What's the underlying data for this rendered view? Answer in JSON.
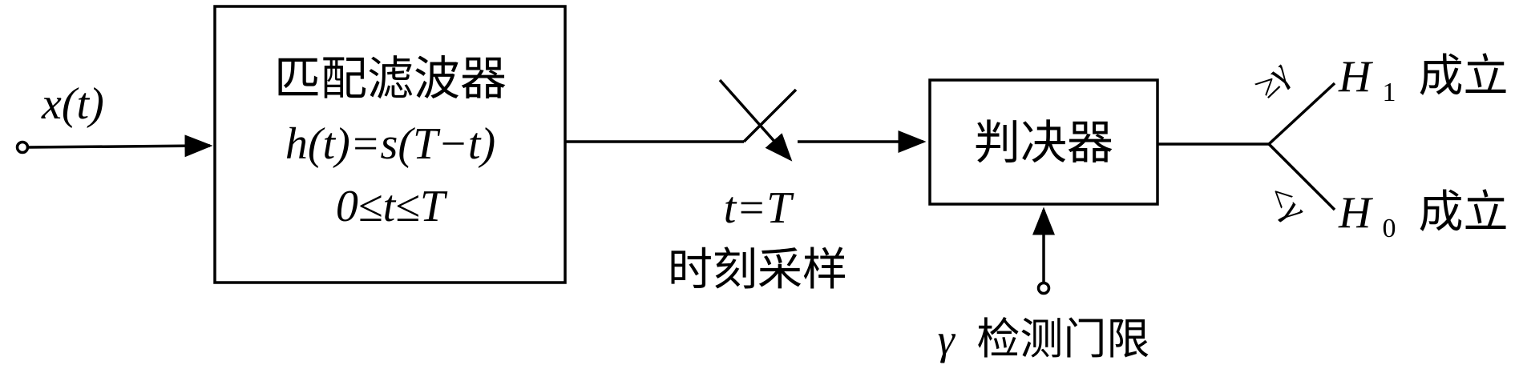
{
  "input": {
    "signal_label": "x(t)"
  },
  "matched_filter": {
    "title": "匹配滤波器",
    "impulse_response": "h(t)=s(T−t)",
    "range": "0≤t≤T"
  },
  "sampler": {
    "time_label": "t=T",
    "caption": "时刻采样"
  },
  "decision": {
    "title": "判决器"
  },
  "threshold": {
    "symbol": "γ",
    "label": "检测门限"
  },
  "outputs": {
    "upper_condition": "≥γ",
    "upper_hypothesis": "H",
    "upper_subscript": "1",
    "upper_text": "成立",
    "lower_condition": "<γ",
    "lower_hypothesis": "H",
    "lower_subscript": "0",
    "lower_text": "成立"
  }
}
